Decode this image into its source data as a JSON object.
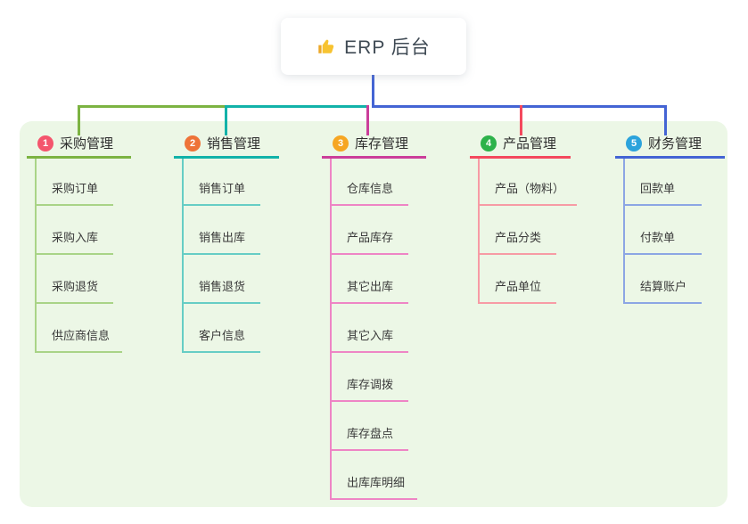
{
  "root": {
    "label": "ERP 后台",
    "icon": "thumbs-up-icon"
  },
  "colors": {
    "canvas_bg": "#ffffff",
    "panel_bg": "#ecf7e6",
    "root_line": "#4464d4",
    "root_text": "#3f4a54",
    "branch_text": "#2e2e2e",
    "sub_text": "#3a3a3a"
  },
  "branches": [
    {
      "number": "1",
      "label": "采购管理",
      "badge_color": "#f4556d",
      "line_color": "#7cb342",
      "light_color": "#a9d487",
      "children": [
        "采购订单",
        "采购入库",
        "采购退货",
        "供应商信息"
      ]
    },
    {
      "number": "2",
      "label": "销售管理",
      "badge_color": "#ee7338",
      "line_color": "#12b2a9",
      "light_color": "#66cdc5",
      "children": [
        "销售订单",
        "销售出库",
        "销售退货",
        "客户信息"
      ]
    },
    {
      "number": "3",
      "label": "库存管理",
      "badge_color": "#f6a623",
      "line_color": "#cb3e9a",
      "light_color": "#ee85c5",
      "children": [
        "仓库信息",
        "产品库存",
        "其它出库",
        "其它入库",
        "库存调拨",
        "库存盘点",
        "出库库明细"
      ]
    },
    {
      "number": "4",
      "label": "产品管理",
      "badge_color": "#2db24a",
      "line_color": "#f4495e",
      "light_color": "#f79ba5",
      "children": [
        "产品（物料）",
        "产品分类",
        "产品单位"
      ]
    },
    {
      "number": "5",
      "label": "财务管理",
      "badge_color": "#2ba3dc",
      "line_color": "#4464d4",
      "light_color": "#8ca6e4",
      "children": [
        "回款单",
        "付款单",
        "结算账户"
      ]
    }
  ]
}
